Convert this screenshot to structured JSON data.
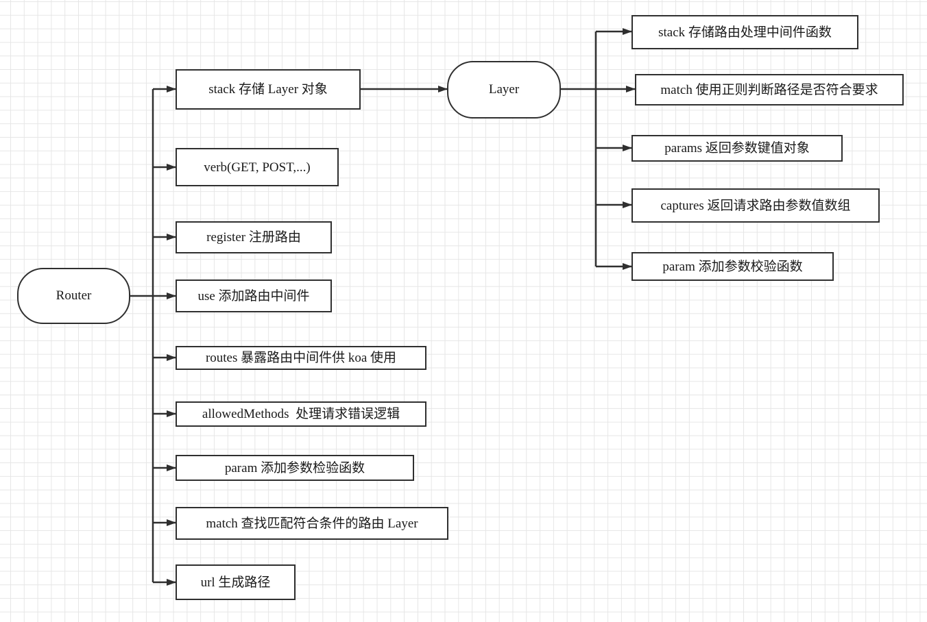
{
  "diagram": {
    "root": {
      "label": "Router"
    },
    "router_members": [
      {
        "label": "stack 存储 Layer 对象"
      },
      {
        "label": "verb(GET, POST,...)"
      },
      {
        "label": "register 注册路由"
      },
      {
        "label": "use 添加路由中间件"
      },
      {
        "label": "routes 暴露路由中间件供 koa 使用"
      },
      {
        "label": "allowedMethods  处理请求错误逻辑"
      },
      {
        "label": "param 添加参数检验函数"
      },
      {
        "label": "match 查找匹配符合条件的路由 Layer"
      },
      {
        "label": "url 生成路径"
      }
    ],
    "layer": {
      "label": "Layer"
    },
    "layer_members": [
      {
        "label": "stack 存储路由处理中间件函数"
      },
      {
        "label": "match 使用正则判断路径是否符合要求"
      },
      {
        "label": "params 返回参数键值对象"
      },
      {
        "label": "captures 返回请求路由参数值数组"
      },
      {
        "label": "param 添加参数校验函数"
      }
    ]
  }
}
